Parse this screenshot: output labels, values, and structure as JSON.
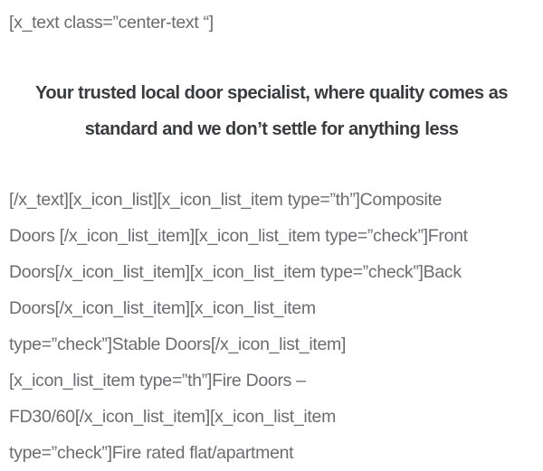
{
  "page": {
    "background": "#ffffff",
    "text_colors": {
      "heading": "#3a3b3e",
      "body": "#6a6c70"
    }
  },
  "content": {
    "shortcode_open": {
      "lines": [
        "[x_text class=”center-text “]"
      ]
    },
    "heading": {
      "text": "Your trusted local door specialist, where quality comes as standard and we don’t settle for anything less",
      "lines": [
        "Your trusted local door specialist, where quality comes as",
        "standard and we don’t settle for anything less"
      ]
    },
    "shortcode_body": {
      "lines": [
        "[/x_text][x_icon_list][x_icon_list_item type=”th”]Composite",
        "Doors [/x_icon_list_item][x_icon_list_item type=”check”]Front",
        "Doors[/x_icon_list_item][x_icon_list_item type=”check”]Back",
        "Doors[/x_icon_list_item][x_icon_list_item",
        "type=”check”]Stable Doors[/x_icon_list_item]",
        "[x_icon_list_item type=”th”]Fire Doors –",
        "FD30/60[/x_icon_list_item][x_icon_list_item",
        "type=”check”]Fire rated flat/apartment"
      ]
    }
  }
}
